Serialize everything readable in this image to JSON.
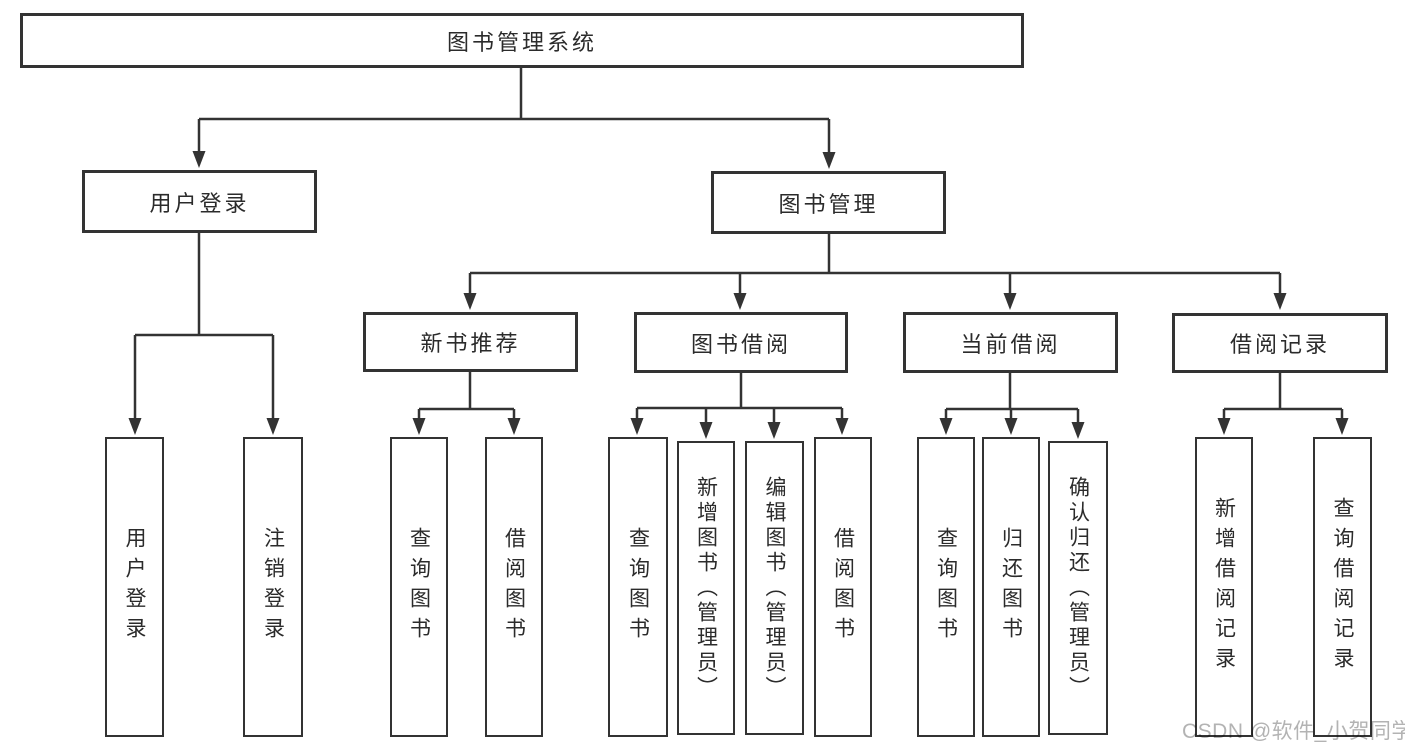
{
  "tree": {
    "root": {
      "label": "图书管理系统"
    },
    "branches": [
      {
        "label": "用户登录",
        "children": [
          {
            "label": "用户登录"
          },
          {
            "label": "注销登录"
          }
        ]
      },
      {
        "label": "图书管理",
        "children": [
          {
            "label": "新书推荐",
            "children": [
              {
                "label": "查询图书"
              },
              {
                "label": "借阅图书"
              }
            ]
          },
          {
            "label": "图书借阅",
            "children": [
              {
                "label": "查询图书"
              },
              {
                "label": "新增图书（管理员）"
              },
              {
                "label": "编辑图书（管理员）"
              },
              {
                "label": "借阅图书"
              }
            ]
          },
          {
            "label": "当前借阅",
            "children": [
              {
                "label": "查询图书"
              },
              {
                "label": "归还图书"
              },
              {
                "label": "确认归还（管理员）"
              }
            ]
          },
          {
            "label": "借阅记录",
            "children": [
              {
                "label": "新增借阅记录"
              },
              {
                "label": "查询借阅记录"
              }
            ]
          }
        ]
      }
    ]
  },
  "watermark": {
    "text": "CSDN @软件_小贺同学"
  },
  "colors": {
    "line": "#333333",
    "box_fill": "#ffffff",
    "text": "#2b2b2b",
    "watermark": "#b3b3b3",
    "background": "#ffffff"
  }
}
